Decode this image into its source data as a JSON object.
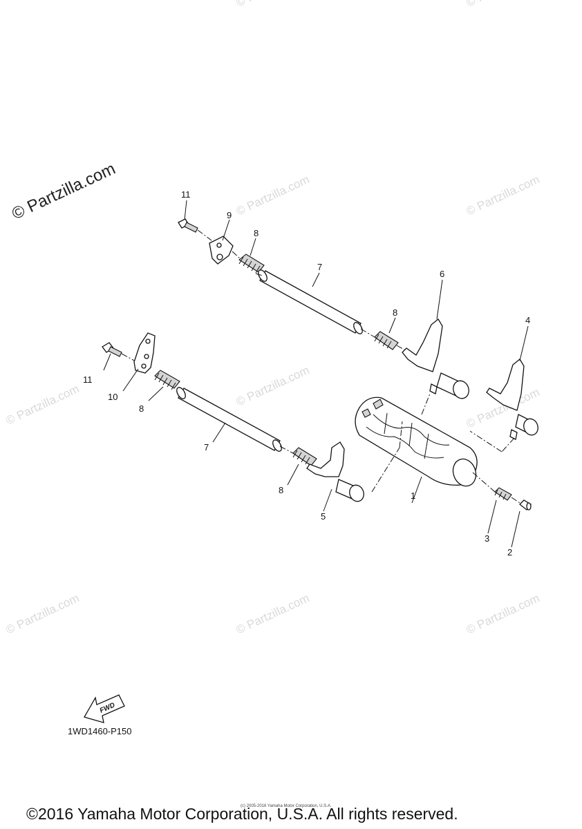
{
  "watermark": {
    "main": "© Partzilla.com",
    "repeat": "© Partzilla.com"
  },
  "callouts": {
    "c1": "1",
    "c2": "2",
    "c3": "3",
    "c4": "4",
    "c5": "5",
    "c6": "6",
    "c7a": "7",
    "c7b": "7",
    "c8a": "8",
    "c8b": "8",
    "c8c": "8",
    "c8d": "8",
    "c9": "9",
    "c10": "10",
    "c11a": "11",
    "c11b": "11"
  },
  "fwd_label": "FWD",
  "diagram_code": "1WD1460-P150",
  "small_copyright": "(c) 2005-2016 Yamaha Motor Corporation, U.S.A.",
  "copyright": "©2016 Yamaha Motor Corporation, U.S.A. All rights reserved."
}
